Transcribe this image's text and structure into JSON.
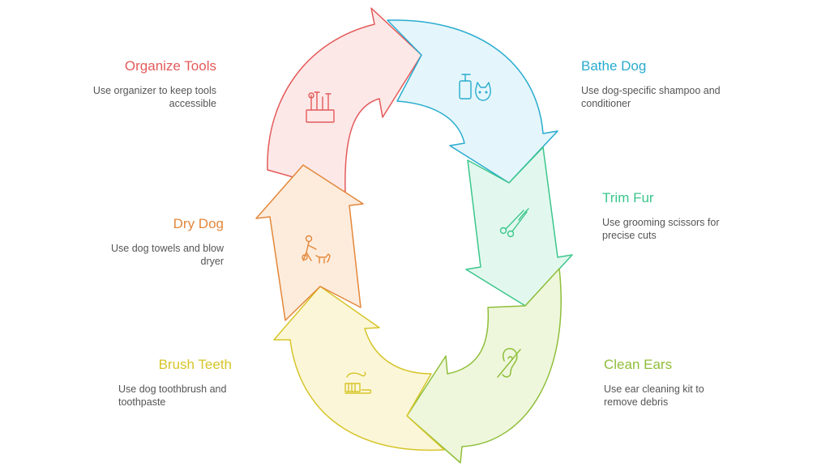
{
  "colors": {
    "organize": "#e45a5a",
    "bathe": "#29abcf",
    "trim": "#3cc68c",
    "clean": "#8fbe3a",
    "brush": "#d6c52a",
    "dry": "#e3873a"
  },
  "steps": [
    {
      "key": "organize",
      "title": "Organize Tools",
      "description": "Use organizer to keep tools accessible",
      "icon": "toolbox-icon"
    },
    {
      "key": "bathe",
      "title": "Bathe Dog",
      "description": "Use dog-specific shampoo and conditioner",
      "icon": "shampoo-cat-icon"
    },
    {
      "key": "trim",
      "title": "Trim Fur",
      "description": "Use grooming scissors for precise cuts",
      "icon": "scissors-icon"
    },
    {
      "key": "clean",
      "title": "Clean Ears",
      "description": "Use ear cleaning kit to remove debris",
      "icon": "ear-icon"
    },
    {
      "key": "brush",
      "title": "Brush Teeth",
      "description": "Use dog toothbrush and toothpaste",
      "icon": "toothbrush-icon"
    },
    {
      "key": "dry",
      "title": "Dry Dog",
      "description": "Use dog towels and blow dryer",
      "icon": "person-with-dog-icon"
    }
  ]
}
